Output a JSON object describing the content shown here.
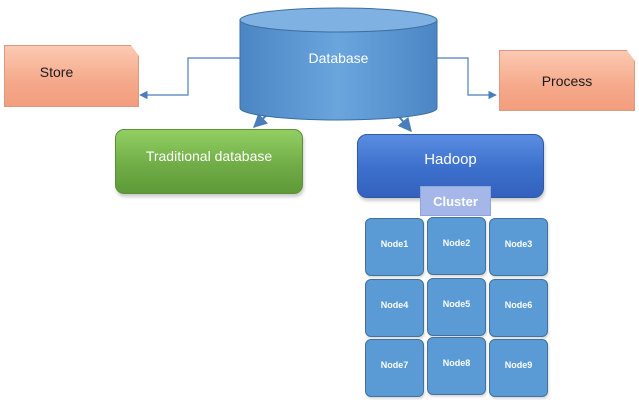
{
  "diagram": {
    "database": "Database",
    "store": "Store",
    "process": "Process",
    "traditional": "Traditional database",
    "hadoop": "Hadoop",
    "cluster": "Cluster",
    "nodes": [
      "Node1",
      "Node2",
      "Node3",
      "Node4",
      "Node5",
      "Node6",
      "Node7",
      "Node8",
      "Node9"
    ]
  },
  "colors": {
    "database_fill": "#5b9bd5",
    "store_fill": "#f5a98a",
    "traditional_fill": "#70ad47",
    "hadoop_fill": "#4472c4",
    "cluster_fill": "#a4b7e8",
    "node_fill": "#5b9bd5",
    "connector": "#4a7ebb"
  }
}
